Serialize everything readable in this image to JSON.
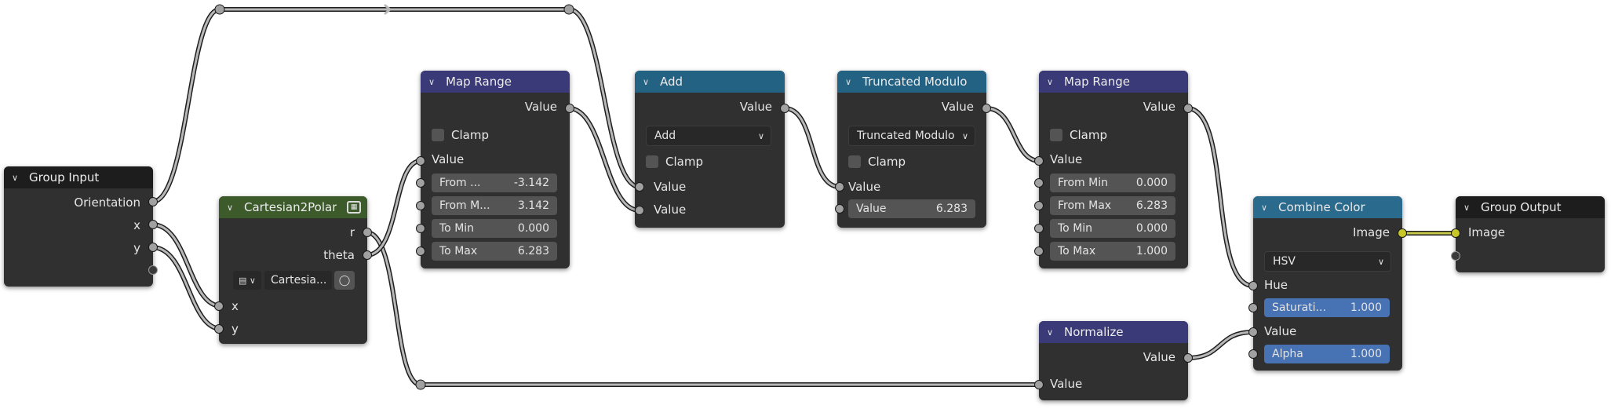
{
  "colors": {
    "header_converter": "#3b3a78",
    "header_math": "#246283",
    "header_group": "#3c5a2a",
    "header_io": "#1d1d1d",
    "header_color": "#2a6a8c",
    "wire": "#b8b8b8",
    "wire_color": "#c8c84a",
    "node_bg": "#303030",
    "field_bg": "#545454",
    "field_blue": "#4772b3"
  },
  "nodes": {
    "group_input": {
      "title": "Group Input",
      "outputs": [
        "Orientation",
        "x",
        "y"
      ]
    },
    "cartesian2polar": {
      "title": "Cartesian2Polar",
      "outputs": [
        "r",
        "theta"
      ],
      "datablock_name": "Cartesia...",
      "inputs": [
        "x",
        "y"
      ]
    },
    "map_range_1": {
      "title": "Map Range",
      "output": "Value",
      "clamp_label": "Clamp",
      "input_value": "Value",
      "fields": [
        {
          "label": "From ...",
          "value": "-3.142"
        },
        {
          "label": "From M...",
          "value": "3.142"
        },
        {
          "label": "To Min",
          "value": "0.000"
        },
        {
          "label": "To Max",
          "value": "6.283"
        }
      ]
    },
    "add": {
      "title": "Add",
      "output": "Value",
      "operation": "Add",
      "clamp_label": "Clamp",
      "inputs": [
        "Value",
        "Value"
      ]
    },
    "truncated_modulo": {
      "title": "Truncated Modulo",
      "output": "Value",
      "operation": "Truncated Modulo",
      "clamp_label": "Clamp",
      "input_value": "Value",
      "field": {
        "label": "Value",
        "value": "6.283"
      }
    },
    "map_range_2": {
      "title": "Map Range",
      "output": "Value",
      "clamp_label": "Clamp",
      "input_value": "Value",
      "fields": [
        {
          "label": "From Min",
          "value": "0.000"
        },
        {
          "label": "From Max",
          "value": "6.283"
        },
        {
          "label": "To Min",
          "value": "0.000"
        },
        {
          "label": "To Max",
          "value": "1.000"
        }
      ]
    },
    "normalize": {
      "title": "Normalize",
      "output": "Value",
      "input": "Value"
    },
    "combine_color": {
      "title": "Combine Color",
      "output": "Image",
      "mode": "HSV",
      "hue_label": "Hue",
      "saturation": {
        "label": "Saturati...",
        "value": "1.000"
      },
      "value_label": "Value",
      "alpha": {
        "label": "Alpha",
        "value": "1.000"
      }
    },
    "group_output": {
      "title": "Group Output",
      "input": "Image"
    }
  }
}
